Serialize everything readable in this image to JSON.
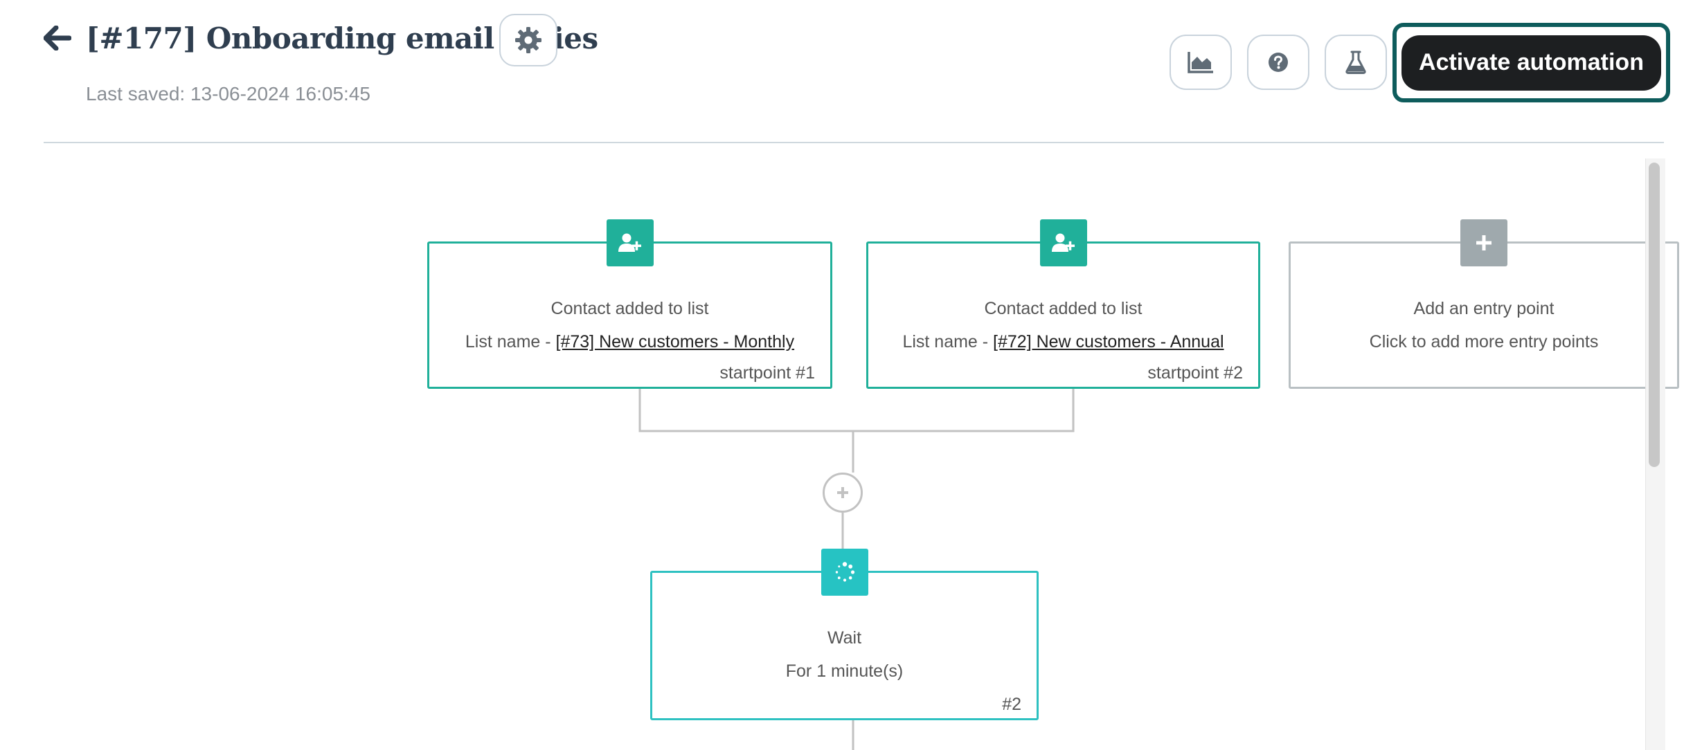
{
  "header": {
    "title": "[#177] Onboarding email series",
    "last_saved": "Last saved: 13-06-2024 16:05:45",
    "activate_label": "Activate automation"
  },
  "icons": {
    "back": "arrow-left-icon",
    "settings": "gear-icon",
    "reports": "area-chart-icon",
    "help": "question-circle-icon",
    "test": "flask-icon",
    "contact_added": "user-plus-icon",
    "add": "plus-icon",
    "wait": "spinner-icon"
  },
  "colors": {
    "title": "#2f3e4f",
    "teal": "#20b09a",
    "cyan": "#26c3c3",
    "grey_node": "#9fa9ad",
    "activate_bg": "#1d1f21",
    "activate_focus": "#0e5c5c"
  },
  "flow": {
    "entry_points": [
      {
        "title": "Contact added to list",
        "desc_prefix": "List name - ",
        "link": "[#73] New customers - Monthly",
        "id": "startpoint #1"
      },
      {
        "title": "Contact added to list",
        "desc_prefix": "List name - ",
        "link": "[#72] New customers - Annual",
        "id": "startpoint #2"
      },
      {
        "title": "Add an entry point",
        "desc": "Click to add more entry points"
      }
    ],
    "steps": [
      {
        "title": "Wait",
        "desc": "For 1 minute(s)",
        "id": "#2"
      }
    ]
  }
}
